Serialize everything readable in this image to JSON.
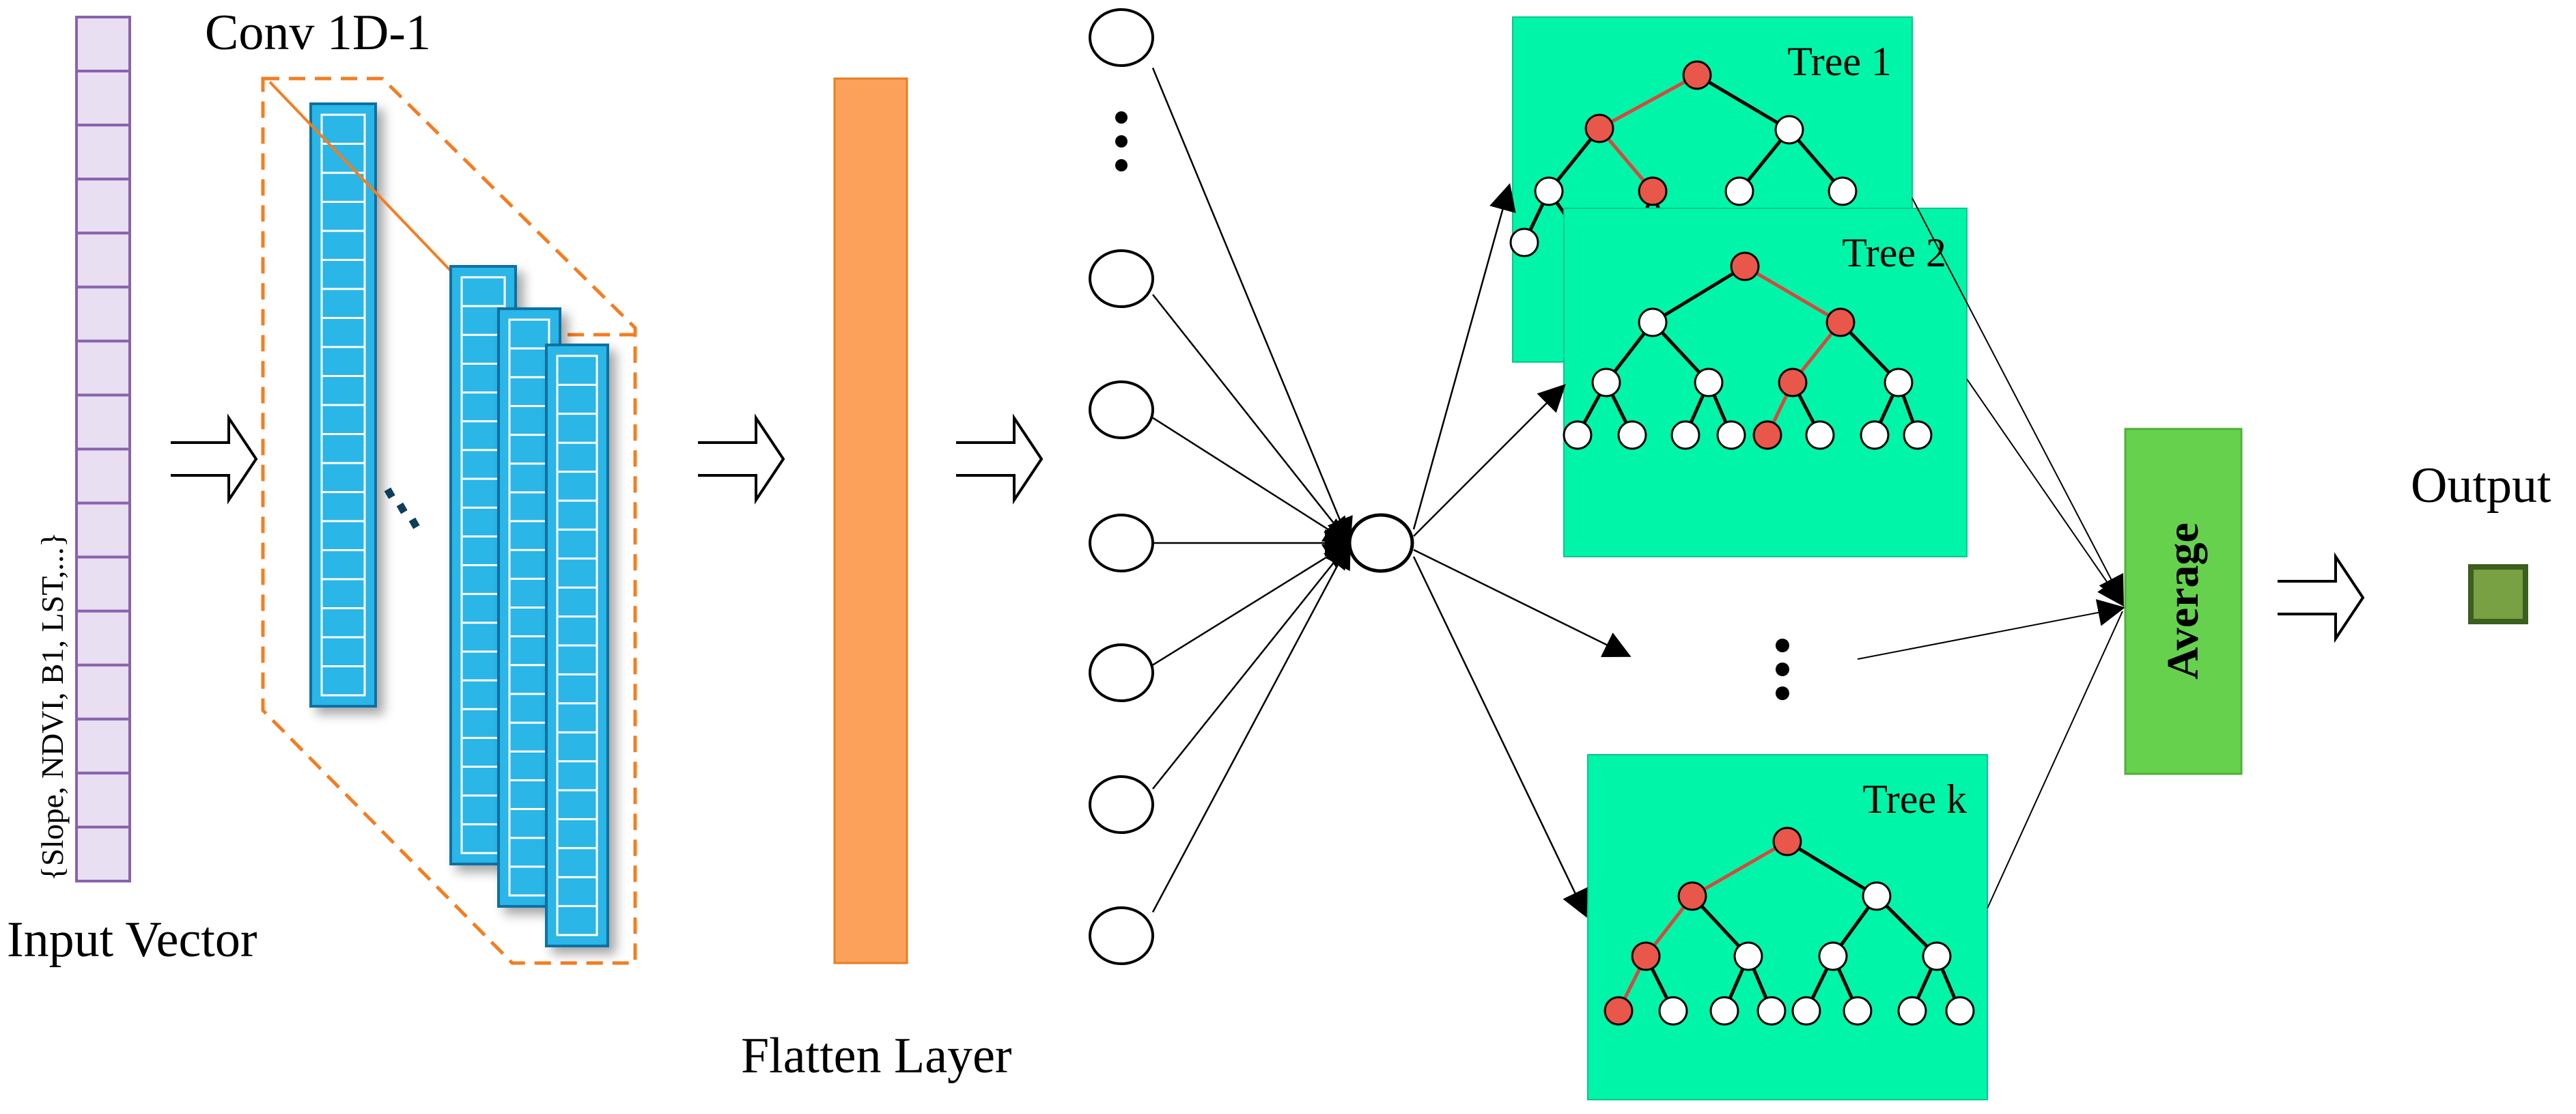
{
  "labels": {
    "conv": "Conv 1D-1",
    "input_vector": "Input Vector",
    "input_features": "{Slope, NDVI, B1, LST,...}",
    "flatten": "Flatten Layer",
    "average": "Average",
    "output": "Output"
  },
  "trees": [
    {
      "label": "Tree 1"
    },
    {
      "label": "Tree 2"
    },
    {
      "label": "Tree k"
    }
  ],
  "ellipsis": "...",
  "colors": {
    "input_cell_fill": "#e8dff2",
    "input_cell_stroke": "#8a62ad",
    "conv_fill": "#29b6e6",
    "conv_stroke": "#0d6fa3",
    "conv_dash": "#f47d20",
    "flatten_fill": "#fba15a",
    "tree_panel": "#00f5a8",
    "node_active": "#e8574a",
    "path_active": "#d44a3e",
    "average_fill": "#66d14d",
    "output_fill": "#77a142",
    "output_stroke": "#3c5e1f"
  }
}
